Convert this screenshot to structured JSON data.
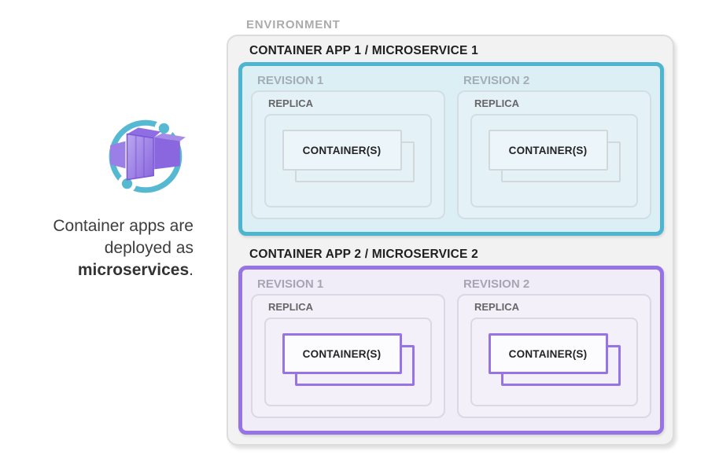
{
  "left_panel": {
    "icon": "azure-container-apps-icon",
    "caption_lines": [
      "Container apps are",
      "deployed as"
    ],
    "caption_bold": "microservices",
    "caption_end": "."
  },
  "environment": {
    "label": "ENVIRONMENT",
    "apps": [
      {
        "title": "CONTAINER APP 1 / MICROSERVICE 1",
        "accent_color": "#4CB6D1",
        "fill_color": "#DCEFF5",
        "revisions": [
          {
            "label": "REVISION 1",
            "replica_label": "REPLICA",
            "containers_label": "CONTAINER(S)"
          },
          {
            "label": "REVISION 2",
            "replica_label": "REPLICA",
            "containers_label": "CONTAINER(S)"
          }
        ]
      },
      {
        "title": "CONTAINER APP 2 / MICROSERVICE 2",
        "accent_color": "#9674E3",
        "fill_color": "#F0EDF9",
        "revisions": [
          {
            "label": "REVISION 1",
            "replica_label": "REPLICA",
            "containers_label": "CONTAINER(S)"
          },
          {
            "label": "REVISION 2",
            "replica_label": "REPLICA",
            "containers_label": "CONTAINER(S)"
          }
        ]
      }
    ]
  },
  "colors": {
    "environment_fill": "#F2F2F2",
    "environment_border": "#DCDCDC",
    "environment_label_gray": "#ABABAB",
    "title_dark": "#1F1F1F",
    "caption_text": "#3D3D3D",
    "icon_teal": "#56B9D2",
    "icon_purple": "#8A67DF"
  }
}
